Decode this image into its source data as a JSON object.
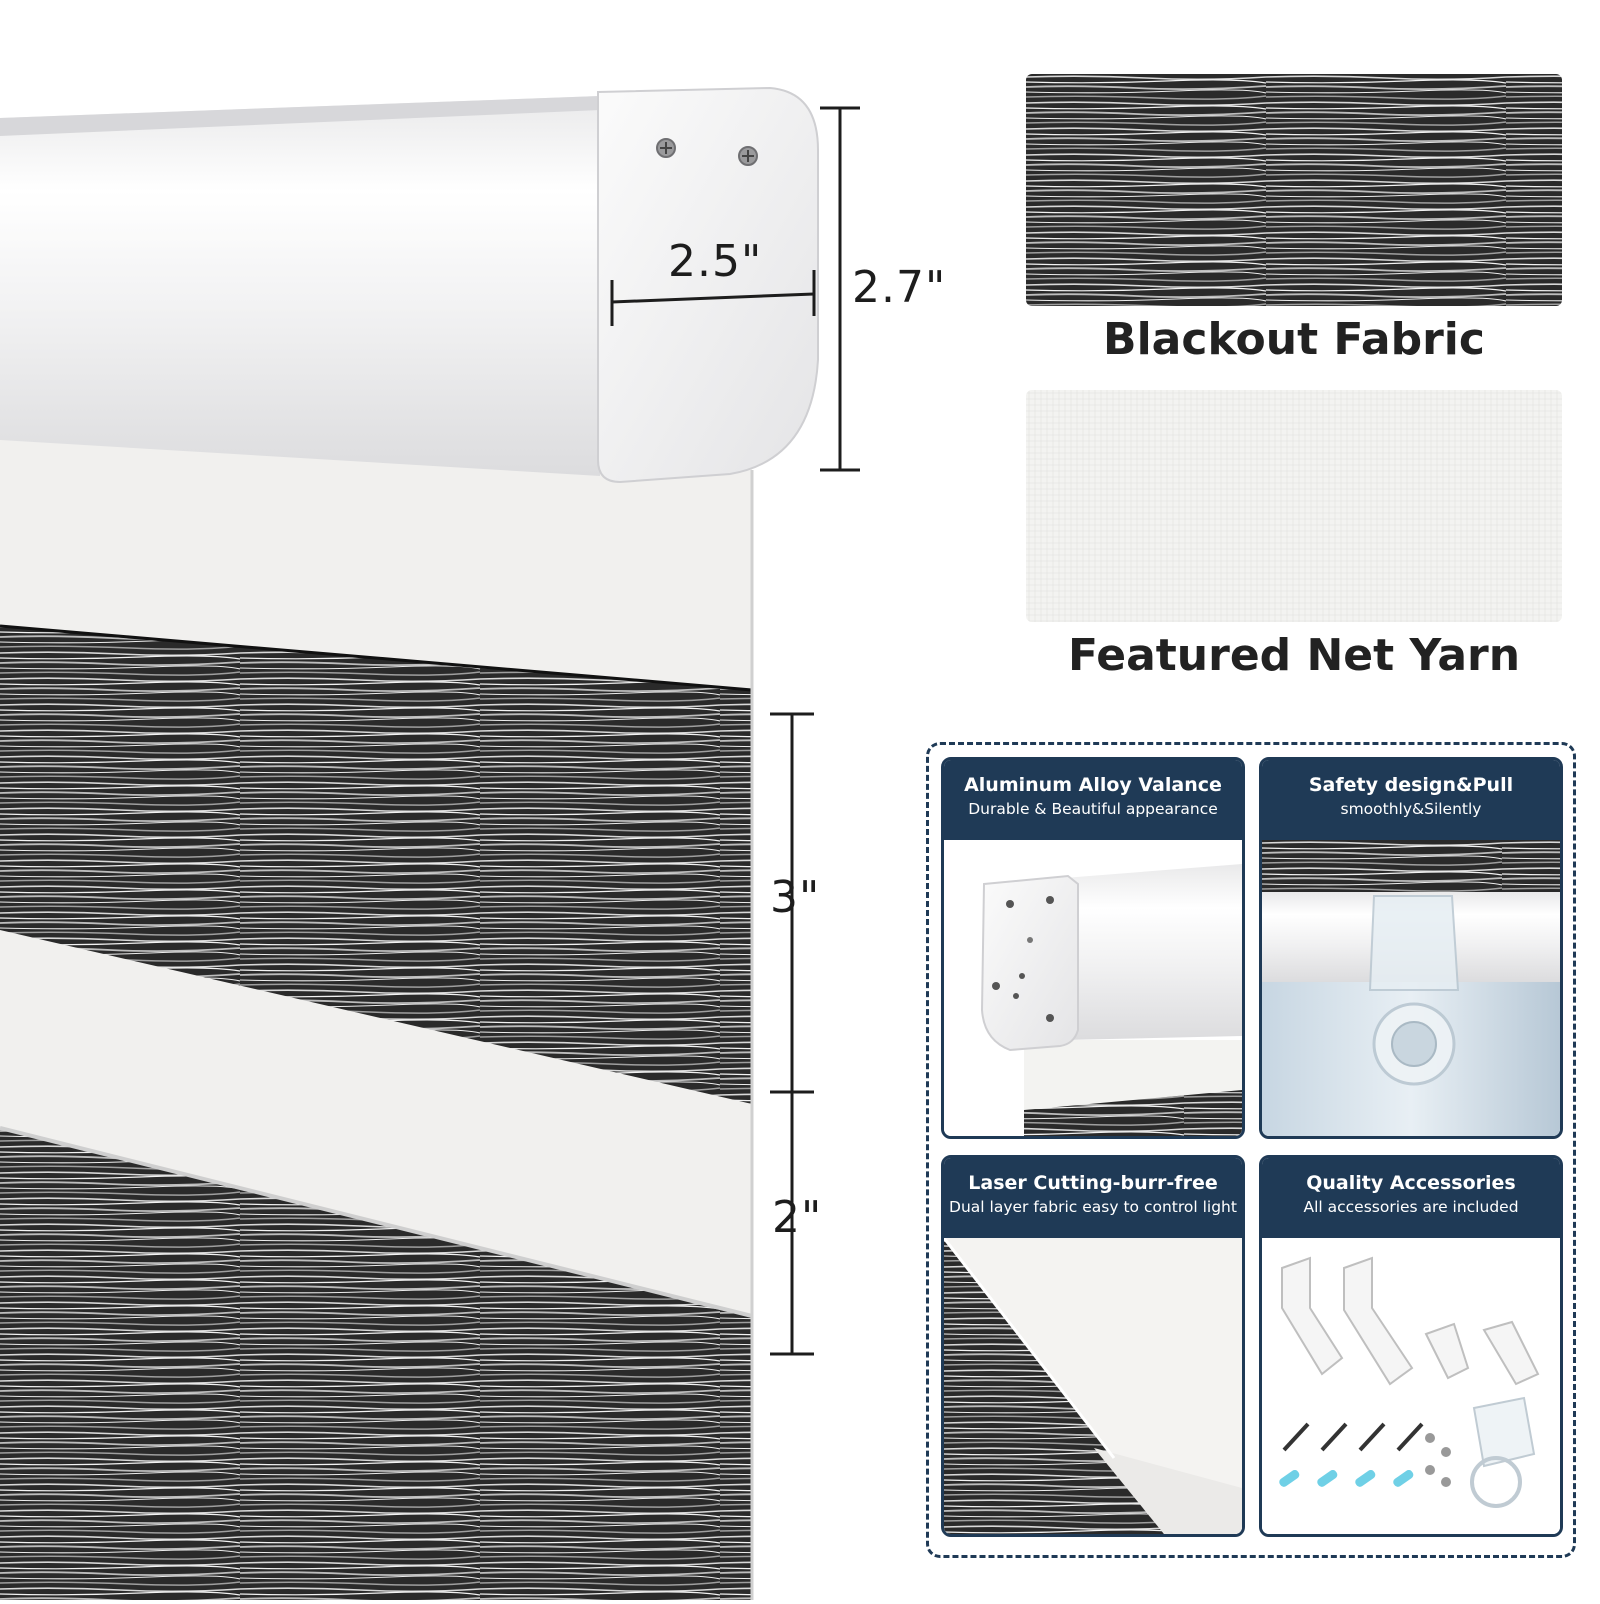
{
  "dimensions": {
    "valance_depth": "2.5\"",
    "valance_height": "2.7\"",
    "dark_stripe": "3\"",
    "sheer_stripe": "2\""
  },
  "swatches": {
    "blackout": {
      "label": "Blackout Fabric"
    },
    "net_yarn": {
      "label": "Featured Net Yarn"
    }
  },
  "features": [
    {
      "title": "Aluminum Alloy Valance",
      "subtitle": "Durable & Beautiful appearance"
    },
    {
      "title": "Safety design&Pull",
      "subtitle": "smoothly&Silently"
    },
    {
      "title": "Laser Cutting-burr-free",
      "subtitle": "Dual layer fabric easy to control light"
    },
    {
      "title": "Quality Accessories",
      "subtitle": "All accessories are included"
    }
  ],
  "colors": {
    "panel_navy": "#1f3a56",
    "fabric_dark": "#1e1e1e",
    "sheer": "#f1f0ee"
  }
}
